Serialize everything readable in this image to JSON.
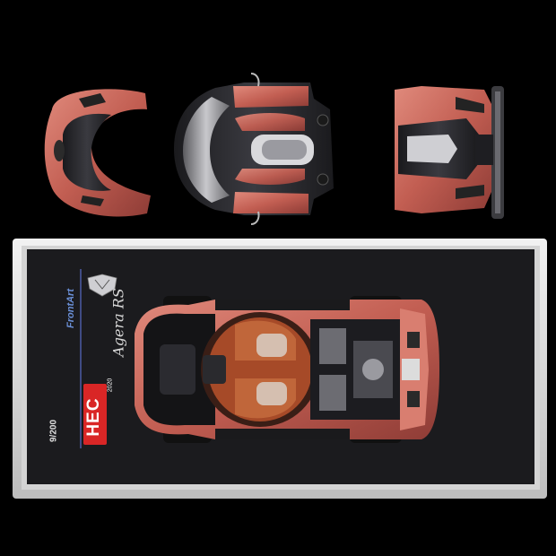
{
  "photo": {
    "subject": "Koenigsegg Agera model car display with detached body panels",
    "colors": {
      "background": "#000000",
      "body_copper": "#c9655a",
      "carbon": "#2a2a2e",
      "base_board": "#1c1c1f",
      "case_frame": "#e6e6e6",
      "interior_tan": "#b0552e"
    }
  },
  "plaque": {
    "brand": "FrontArt",
    "model_script": "Agera RS",
    "series_badge": "HEC",
    "series_year": "2020",
    "edition": "9/200",
    "logo_icon": "koenigsegg-shield-icon"
  }
}
